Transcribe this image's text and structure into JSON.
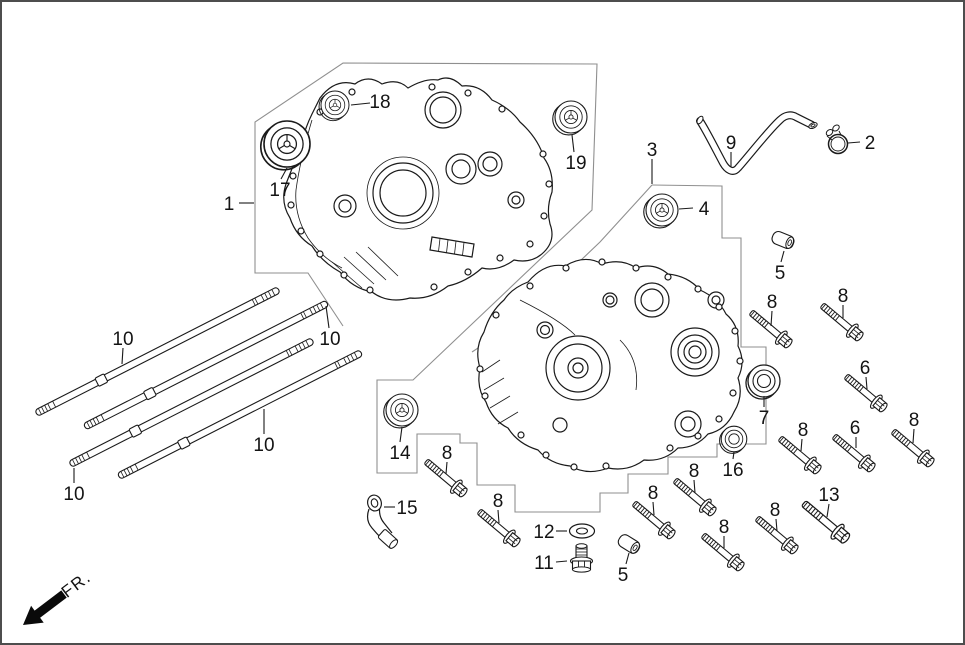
{
  "page": {
    "kind": "parts-catalog-exploded-diagram",
    "subject": "engine crankcase assembly",
    "background": "#ffffff",
    "border_color": "#4d4d4d",
    "linework_color": "#1a1a1a",
    "boundary_color": "#8f8f8f"
  },
  "direction": {
    "label": "FR."
  },
  "callouts": [
    {
      "ref": "1",
      "kind": "crankcase-left-group"
    },
    {
      "ref": "2",
      "kind": "hose-clamp"
    },
    {
      "ref": "3",
      "kind": "crankcase-right-group"
    },
    {
      "ref": "4",
      "kind": "bearing"
    },
    {
      "ref": "5",
      "kind": "dowel-pin"
    },
    {
      "ref": "5",
      "kind": "dowel-pin"
    },
    {
      "ref": "6",
      "kind": "flange-bolt"
    },
    {
      "ref": "6",
      "kind": "flange-bolt"
    },
    {
      "ref": "7",
      "kind": "oil-seal"
    },
    {
      "ref": "8",
      "kind": "flange-bolt"
    },
    {
      "ref": "8",
      "kind": "flange-bolt"
    },
    {
      "ref": "8",
      "kind": "flange-bolt"
    },
    {
      "ref": "8",
      "kind": "flange-bolt"
    },
    {
      "ref": "8",
      "kind": "flange-bolt"
    },
    {
      "ref": "8",
      "kind": "flange-bolt"
    },
    {
      "ref": "8",
      "kind": "flange-bolt"
    },
    {
      "ref": "8",
      "kind": "flange-bolt"
    },
    {
      "ref": "8",
      "kind": "flange-bolt"
    },
    {
      "ref": "8",
      "kind": "flange-bolt"
    },
    {
      "ref": "9",
      "kind": "breather-hose"
    },
    {
      "ref": "10",
      "kind": "stud-bolt"
    },
    {
      "ref": "10",
      "kind": "stud-bolt"
    },
    {
      "ref": "10",
      "kind": "stud-bolt"
    },
    {
      "ref": "10",
      "kind": "stud-bolt"
    },
    {
      "ref": "11",
      "kind": "drain-plug"
    },
    {
      "ref": "12",
      "kind": "sealing-washer"
    },
    {
      "ref": "13",
      "kind": "flange-bolt"
    },
    {
      "ref": "14",
      "kind": "bearing"
    },
    {
      "ref": "15",
      "kind": "hanger-hook"
    },
    {
      "ref": "16",
      "kind": "oil-seal"
    },
    {
      "ref": "17",
      "kind": "bearing"
    },
    {
      "ref": "18",
      "kind": "bearing"
    },
    {
      "ref": "19",
      "kind": "bearing"
    }
  ]
}
